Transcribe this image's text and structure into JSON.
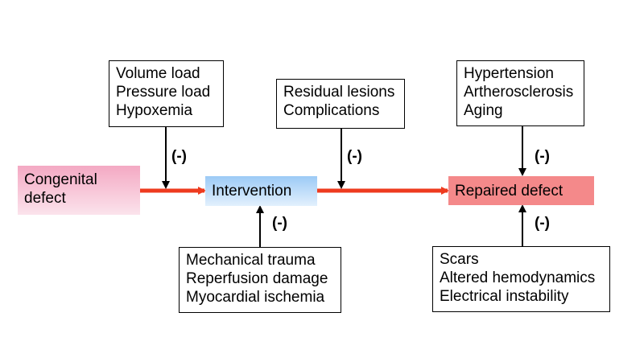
{
  "nodes": {
    "congenital": {
      "text_1": "Congenital",
      "text_2": "defect",
      "color_top": "#f4a9c3",
      "color_bottom": "#fbe3ec"
    },
    "intervention": {
      "text": "Intervention",
      "color_top": "#9ccaf6",
      "color_bottom": "#e2f0fd"
    },
    "repaired": {
      "text": "Repaired defect",
      "color": "#f4898a"
    }
  },
  "factor_boxes": {
    "load": [
      "Volume load",
      "Pressure load",
      "Hypoxemia"
    ],
    "residual": [
      "Residual lesions",
      "Complications"
    ],
    "aging": [
      "Hypertension",
      "Artherosclerosis",
      "Aging"
    ],
    "trauma": [
      "Mechanical trauma",
      "Reperfusion damage",
      "Myocardial ischemia"
    ],
    "scars": [
      "Scars",
      "Altered hemodynamics",
      "Electrical instability"
    ]
  },
  "signs": {
    "load": "(-)",
    "residual": "(-)",
    "aging": "(-)",
    "trauma": "(-)",
    "scars": "(-)"
  },
  "colors": {
    "main_arrow": "#ee3b1f",
    "effect_arrow": "#000000"
  }
}
